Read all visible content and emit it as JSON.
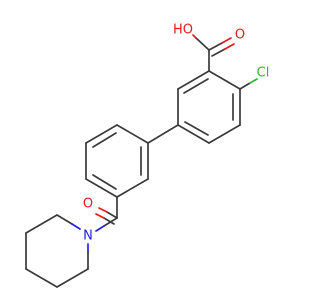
{
  "molecule": {
    "atoms": {
      "hydroxyl": "HO",
      "carbonyl_oxygen_acid": "O",
      "chlorine": "Cl",
      "amide_oxygen": "O",
      "amide_nitrogen": "N"
    },
    "colors": {
      "bond": "#3a3a3a",
      "oxygen": "#e8191b",
      "chlorine": "#2fb82f",
      "nitrogen": "#2020ee"
    }
  }
}
